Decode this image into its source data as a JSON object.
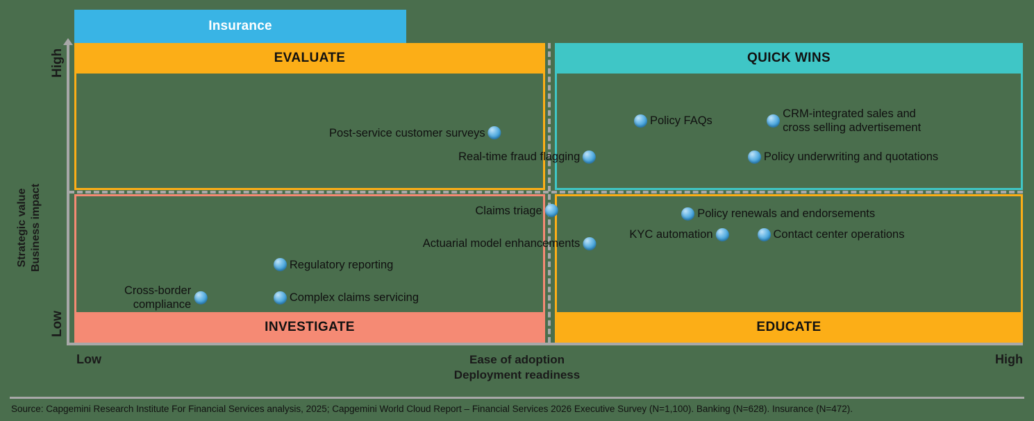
{
  "header": {
    "title": "Insurance"
  },
  "axes": {
    "y_high": "High",
    "y_low": "Low",
    "y_title_line1": "Strategic value",
    "y_title_line2": "Business impact",
    "x_low": "Low",
    "x_high": "High",
    "x_title_line1": "Ease of adoption",
    "x_title_line2": "Deployment readiness"
  },
  "quadrants": {
    "top_left": "EVALUATE",
    "top_right": "QUICK WINS",
    "bottom_left": "INVESTIGATE",
    "bottom_right": "EDUCATE"
  },
  "colors": {
    "background": "#4a6e4d",
    "banner": "#39b4e5",
    "evaluate": "#fcae17",
    "quick_wins": "#3fc6c6",
    "investigate": "#f58a74",
    "educate": "#fcae17",
    "marker": "#79c0ea",
    "axis": "#a8a8a8"
  },
  "source": "Source: Capgemini Research Institute For Financial Services analysis, 2025; Capgemini World Cloud Report – Financial Services 2026 Executive Survey (N=1,100). Banking (N=628). Insurance (N=472).",
  "chart_data": {
    "type": "scatter",
    "title": "Insurance",
    "xlabel": "Ease of adoption / Deployment readiness",
    "ylabel": "Strategic value / Business impact",
    "xlim": [
      "Low",
      "High"
    ],
    "ylim": [
      "Low",
      "High"
    ],
    "grid": false,
    "legend": "none",
    "quadrant_names": [
      "EVALUATE",
      "QUICK WINS",
      "INVESTIGATE",
      "EDUCATE"
    ],
    "points": [
      {
        "label": "Post-service customer surveys",
        "quadrant": "EVALUATE",
        "x": 0.45,
        "y": 0.7,
        "label_side": "left"
      },
      {
        "label": "Real-time fraud flagging",
        "quadrant": "EVALUATE",
        "x": 0.55,
        "y": 0.62,
        "label_side": "left"
      },
      {
        "label": "Policy FAQs",
        "quadrant": "QUICK WINS",
        "x": 0.59,
        "y": 0.74,
        "label_side": "right"
      },
      {
        "label": "CRM-integrated sales and\ncross selling advertisement",
        "quadrant": "QUICK WINS",
        "x": 0.73,
        "y": 0.74,
        "label_side": "right"
      },
      {
        "label": "Policy underwriting and quotations",
        "quadrant": "QUICK WINS",
        "x": 0.71,
        "y": 0.62,
        "label_side": "right"
      },
      {
        "label": "Claims triage",
        "quadrant": "INVESTIGATE",
        "x": 0.51,
        "y": 0.44,
        "label_side": "left"
      },
      {
        "label": "Actuarial model enhancements",
        "quadrant": "INVESTIGATE",
        "x": 0.55,
        "y": 0.33,
        "label_side": "left"
      },
      {
        "label": "Regulatory reporting",
        "quadrant": "INVESTIGATE",
        "x": 0.21,
        "y": 0.26,
        "label_side": "right"
      },
      {
        "label": "Cross-border\ncompliance",
        "quadrant": "INVESTIGATE",
        "x": 0.14,
        "y": 0.15,
        "label_side": "left"
      },
      {
        "label": "Complex claims servicing",
        "quadrant": "INVESTIGATE",
        "x": 0.21,
        "y": 0.15,
        "label_side": "right"
      },
      {
        "label": "Policy renewals and endorsements",
        "quadrant": "EDUCATE",
        "x": 0.64,
        "y": 0.43,
        "label_side": "right"
      },
      {
        "label": "KYC automation",
        "quadrant": "EDUCATE",
        "x": 0.69,
        "y": 0.36,
        "label_side": "left"
      },
      {
        "label": "Contact center operations",
        "quadrant": "EDUCATE",
        "x": 0.72,
        "y": 0.36,
        "label_side": "right"
      }
    ]
  }
}
